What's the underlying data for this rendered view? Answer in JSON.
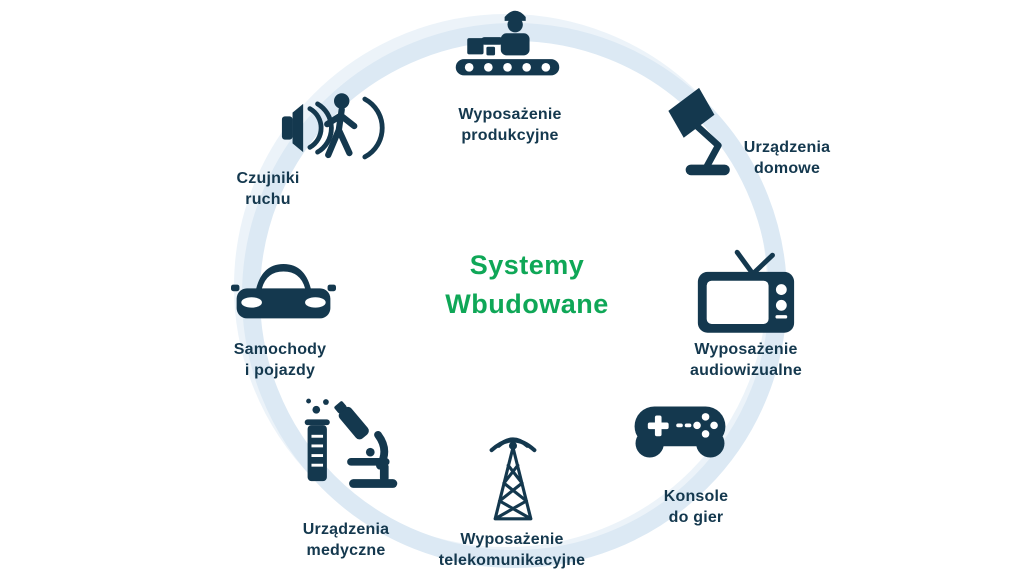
{
  "title": {
    "line1": "Systemy",
    "line2": "Wbudowane",
    "text": "Systemy\nWbudowane"
  },
  "colors": {
    "navy": "#14384e",
    "ring": "#dce9f4",
    "green": "#0fa757",
    "bg": "#ffffff"
  },
  "items": [
    {
      "id": "production-equipment",
      "label": "Wyposażenie\nprodukcyjne",
      "icon": "factory-worker-conveyor-icon"
    },
    {
      "id": "home-devices",
      "label": "Urządzenia\ndomowe",
      "icon": "desk-lamp-icon"
    },
    {
      "id": "audiovisual-equipment",
      "label": "Wyposażenie\naudiowizualne",
      "icon": "tv-icon"
    },
    {
      "id": "game-consoles",
      "label": "Konsole\ndo gier",
      "icon": "gamepad-icon"
    },
    {
      "id": "telecom-equipment",
      "label": "Wyposażenie\ntelekomunikacyjne",
      "icon": "radio-tower-icon"
    },
    {
      "id": "medical-devices",
      "label": "Urządzenia\nmedyczne",
      "icon": "microscope-test-tube-icon"
    },
    {
      "id": "cars-vehicles",
      "label": "Samochody\ni pojazdy",
      "icon": "car-icon"
    },
    {
      "id": "motion-sensors",
      "label": "Czujniki\nruchu",
      "icon": "motion-sensor-icon"
    }
  ]
}
